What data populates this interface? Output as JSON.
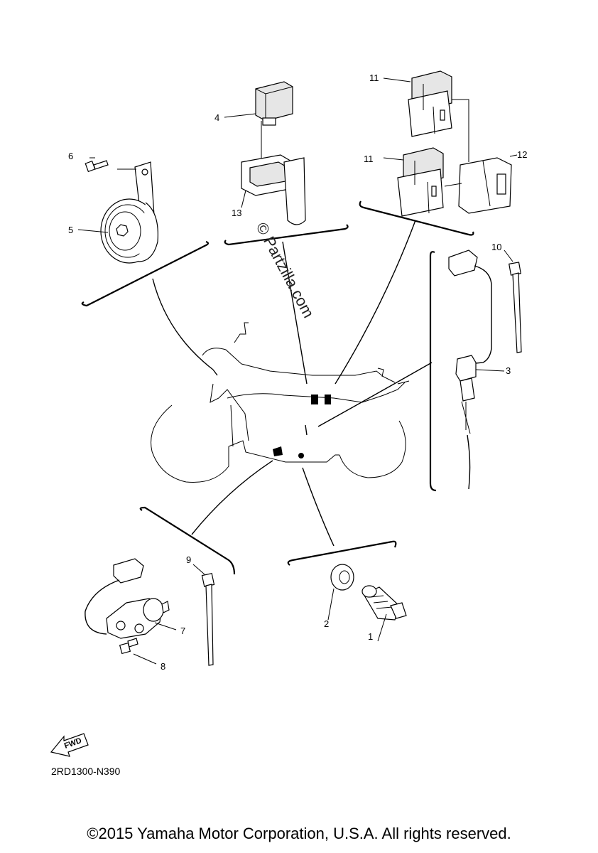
{
  "diagram": {
    "callouts": {
      "c1": "1",
      "c2": "2",
      "c3": "3",
      "c4": "4",
      "c5": "5",
      "c6": "6",
      "c7": "7",
      "c8": "8",
      "c9": "9",
      "c10": "10",
      "c11a": "11",
      "c11b": "11",
      "c12": "12",
      "c13": "13"
    },
    "watermark": "© Partzilla.com",
    "fwd_label": "FWD",
    "diagram_code": "2RD1300-N390",
    "copyright": "©2015 Yamaha Motor Corporation, U.S.A. All rights reserved."
  }
}
